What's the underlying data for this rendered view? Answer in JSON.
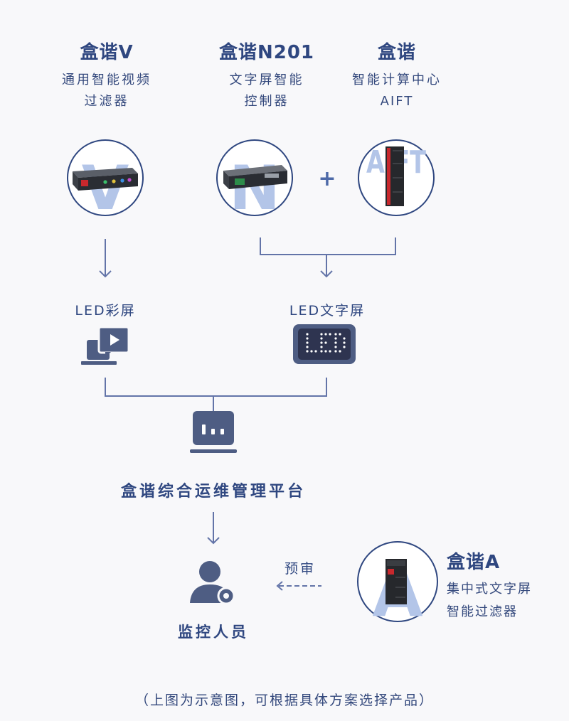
{
  "products": [
    {
      "title": "盒谐V",
      "line1": "通用智能视频",
      "line2": "过滤器",
      "badge": "V"
    },
    {
      "title": "盒谐N201",
      "line1": "文字屏智能",
      "line2": "控制器",
      "badge": "N"
    },
    {
      "title": "盒谐",
      "line1": "智能计算中心",
      "line2": "AIFT",
      "badge": "AIFT"
    }
  ],
  "plus_sign": "+",
  "screens": {
    "color": {
      "label": "LED彩屏"
    },
    "text": {
      "label": "LED文字屏",
      "display_text": "LED"
    }
  },
  "platform": {
    "label": "盒谐综合运维管理平台"
  },
  "operators": {
    "label": "监控人员"
  },
  "review": {
    "label": "预审"
  },
  "product_a": {
    "title": "盒谐A",
    "line1": "集中式文字屏",
    "line2": "智能过滤器",
    "badge": "A"
  },
  "footnote": "（上图为示意图，可根据具体方案选择产品）",
  "colors": {
    "navy": "#2f4780",
    "icon": "#4e5d83",
    "badge": "#b3c5e8",
    "line": "#6374a8"
  }
}
